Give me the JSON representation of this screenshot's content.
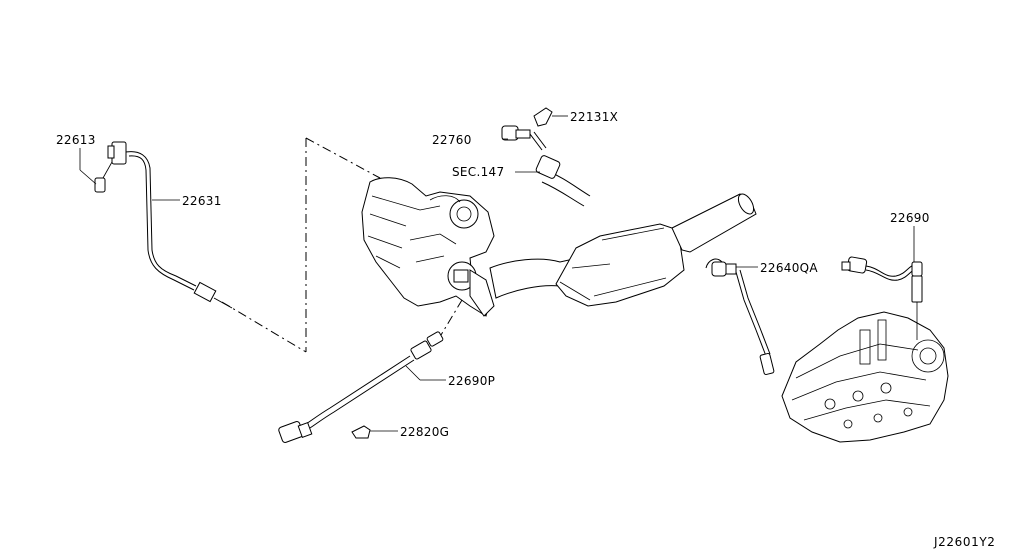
{
  "diagram": {
    "labels": {
      "p22613": "22613",
      "p22631": "22631",
      "p22760": "22760",
      "p22131x": "22131X",
      "sec147": "SEC.147",
      "p22640qa": "22640QA",
      "p22690": "22690",
      "p22690p": "22690P",
      "p22820g": "22820G"
    },
    "diagram_id": "J22601Y2"
  }
}
